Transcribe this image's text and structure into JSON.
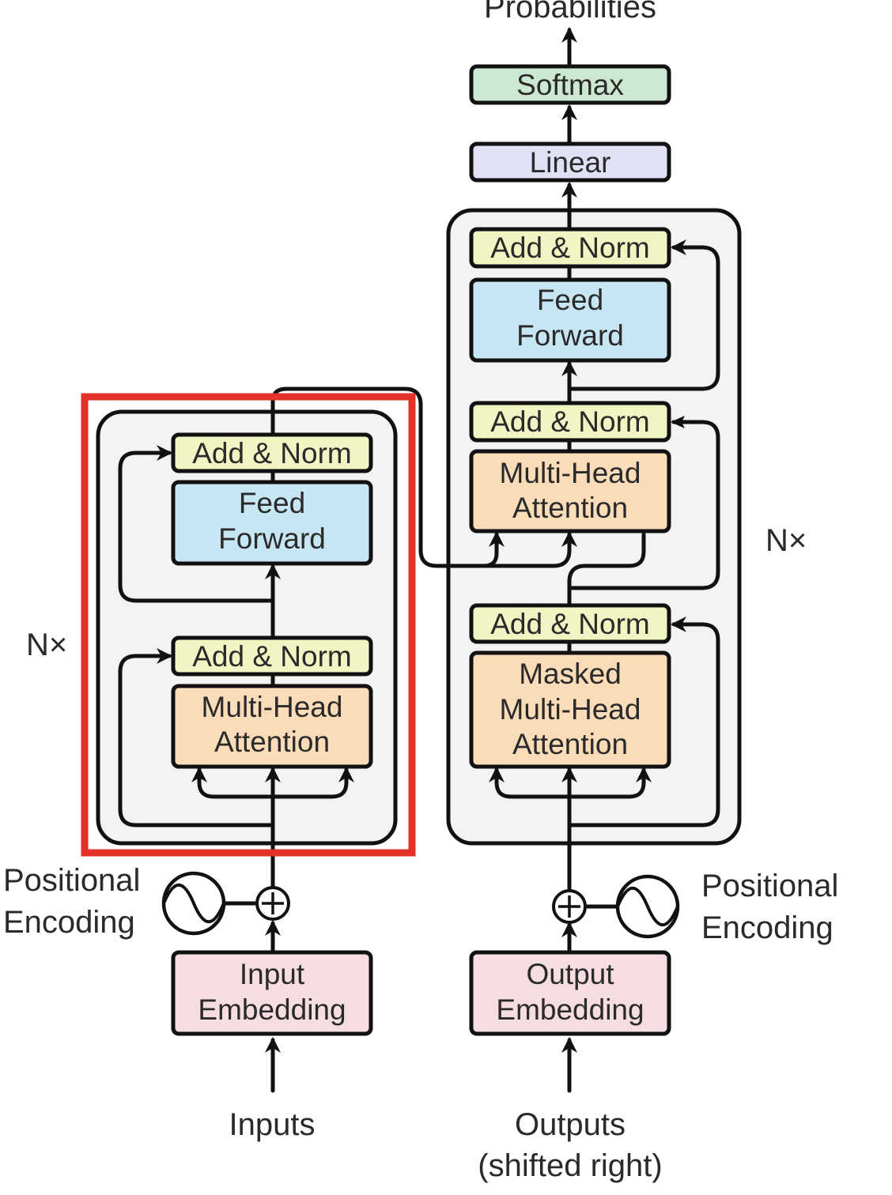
{
  "colors": {
    "add_norm": "#f1f4c3",
    "feed_forward": "#c7e6f4",
    "attention": "#fbdcb9",
    "embedding": "#f6dde2",
    "linear": "#e0e1f4",
    "softmax": "#cde8d2",
    "stack_bg": "#f3f3f3",
    "highlight": "#e3312a"
  },
  "labels": {
    "output_probabilities": "Probabilities",
    "softmax": "Softmax",
    "linear": "Linear",
    "inputs": "Inputs",
    "outputs_line1": "Outputs",
    "outputs_line2": "(shifted right)"
  },
  "encoder": {
    "repeat": "N×",
    "add_norm_top": "Add & Norm",
    "feed_forward": [
      "Feed",
      "Forward"
    ],
    "add_norm_bottom": "Add & Norm",
    "attention": [
      "Multi-Head",
      "Attention"
    ],
    "embedding": [
      "Input",
      "Embedding"
    ],
    "positional": [
      "Positional",
      "Encoding"
    ]
  },
  "decoder": {
    "repeat": "N×",
    "add_norm_top": "Add & Norm",
    "feed_forward": [
      "Feed",
      "Forward"
    ],
    "add_norm_middle": "Add & Norm",
    "cross_attention": [
      "Multi-Head",
      "Attention"
    ],
    "add_norm_bottom": "Add & Norm",
    "masked_attention": [
      "Masked",
      "Multi-Head",
      "Attention"
    ],
    "embedding": [
      "Output",
      "Embedding"
    ],
    "positional": [
      "Positional",
      "Encoding"
    ]
  }
}
